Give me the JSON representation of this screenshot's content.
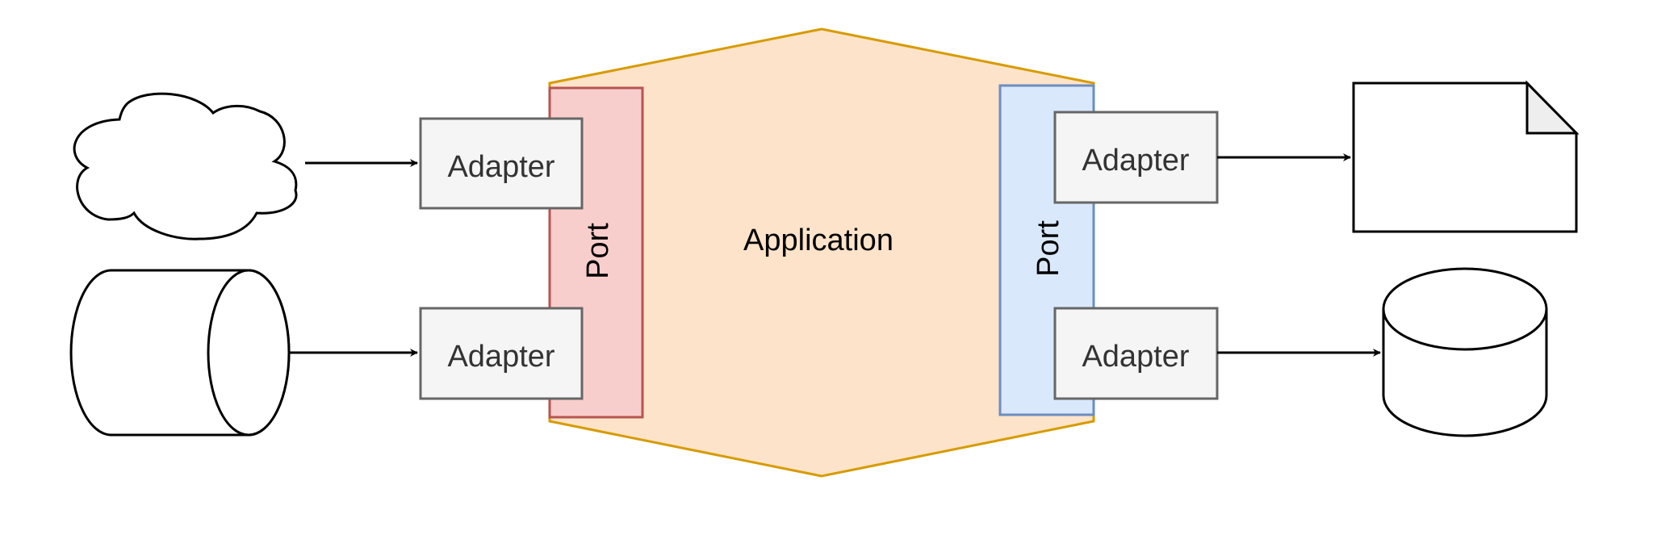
{
  "diagram": {
    "application_label": "Application",
    "left_port_label": "Port",
    "right_port_label": "Port",
    "adapters": {
      "left_top": "Adapter",
      "left_bottom": "Adapter",
      "right_top": "Adapter",
      "right_bottom": "Adapter"
    },
    "colors": {
      "application_fill": "#fde3c9",
      "application_stroke": "#d79b00",
      "left_port_fill": "#f8cecc",
      "left_port_stroke": "#b85450",
      "right_port_fill": "#dae8fc",
      "right_port_stroke": "#6c8ebf",
      "adapter_fill": "#f5f5f5",
      "adapter_stroke": "#666666",
      "adapter_text": "#333333",
      "outline": "#000000"
    },
    "external_shapes": {
      "left_top": "cloud-icon",
      "left_bottom": "horizontal-cylinder-icon",
      "right_top": "document-icon",
      "right_bottom": "database-icon"
    }
  }
}
